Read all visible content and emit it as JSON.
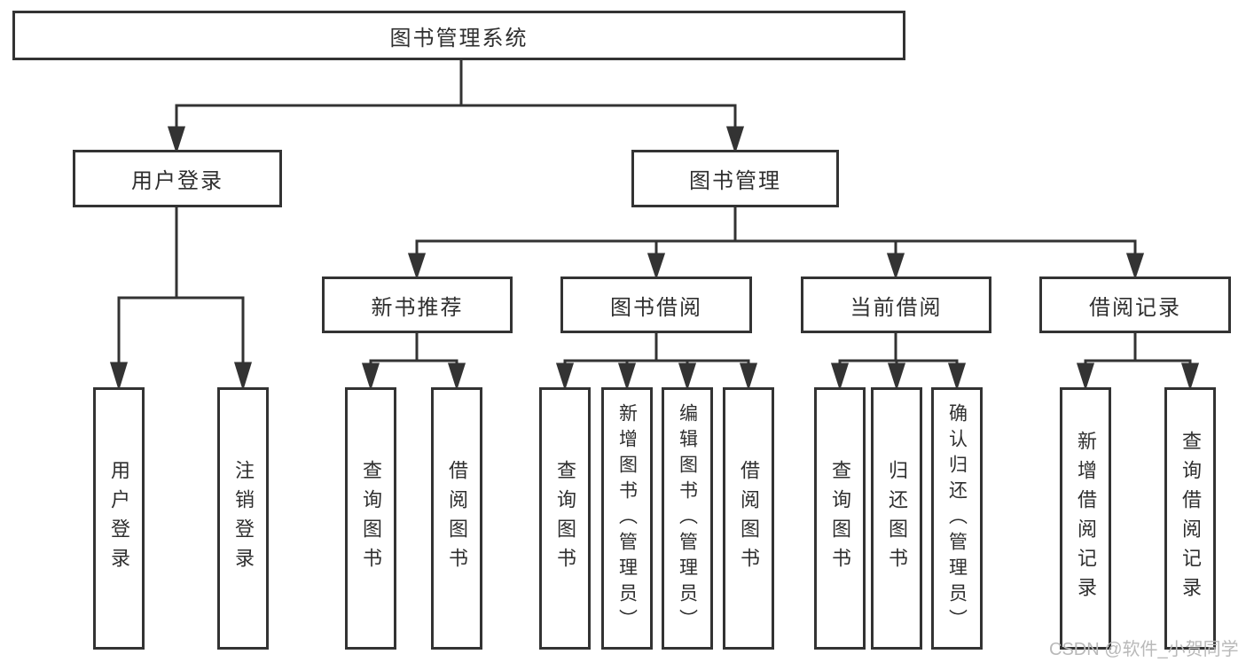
{
  "title": {
    "label": "图书管理系统"
  },
  "level2": {
    "user_login": {
      "label": "用户登录"
    },
    "book_mgmt": {
      "label": "图书管理"
    }
  },
  "level3": {
    "new_books": {
      "label": "新书推荐"
    },
    "borrowing": {
      "label": "图书借阅"
    },
    "current": {
      "label": "当前借阅"
    },
    "records": {
      "label": "借阅记录"
    }
  },
  "leaves": {
    "user_login": {
      "label": "用户登录"
    },
    "logout": {
      "label": "注销登录"
    },
    "nb_query_book": {
      "label": "查询图书"
    },
    "nb_borrow_book": {
      "label": "借阅图书"
    },
    "bw_query_book": {
      "label": "查询图书"
    },
    "bw_add_book": {
      "label": "新增图书（管理员）"
    },
    "bw_edit_book": {
      "label": "编辑图书（管理员）"
    },
    "bw_borrow_book": {
      "label": "借阅图书"
    },
    "cur_query_book": {
      "label": "查询图书"
    },
    "cur_return_book": {
      "label": "归还图书"
    },
    "cur_confirm": {
      "label": "确认归还（管理员）"
    },
    "rec_add": {
      "label": "新增借阅记录"
    },
    "rec_query": {
      "label": "查询借阅记录"
    }
  },
  "watermark": {
    "text": "CSDN @软件_小贺同学"
  },
  "colors": {
    "line": "#333333",
    "border": "#333333",
    "text": "#2f2f2f",
    "watermark": "#b9b9b9",
    "background": "#ffffff"
  }
}
